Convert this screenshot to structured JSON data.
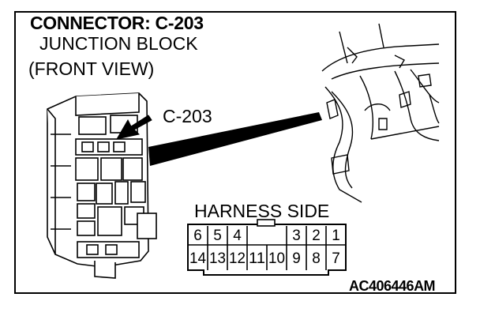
{
  "title": "CONNECTOR: C-203",
  "subtitle_line1": "JUNCTION BLOCK",
  "subtitle_line2": "(FRONT VIEW)",
  "callout_label": "C-203",
  "harness_label": "HARNESS SIDE",
  "figure_code": "AC406446AM",
  "connector": {
    "top_row": [
      "6",
      "5",
      "4",
      "",
      "",
      "3",
      "2",
      "1"
    ],
    "bottom_row": [
      "14",
      "13",
      "12",
      "11",
      "10",
      "9",
      "8",
      "7"
    ]
  },
  "colors": {
    "line": "#000000",
    "background": "#ffffff"
  }
}
